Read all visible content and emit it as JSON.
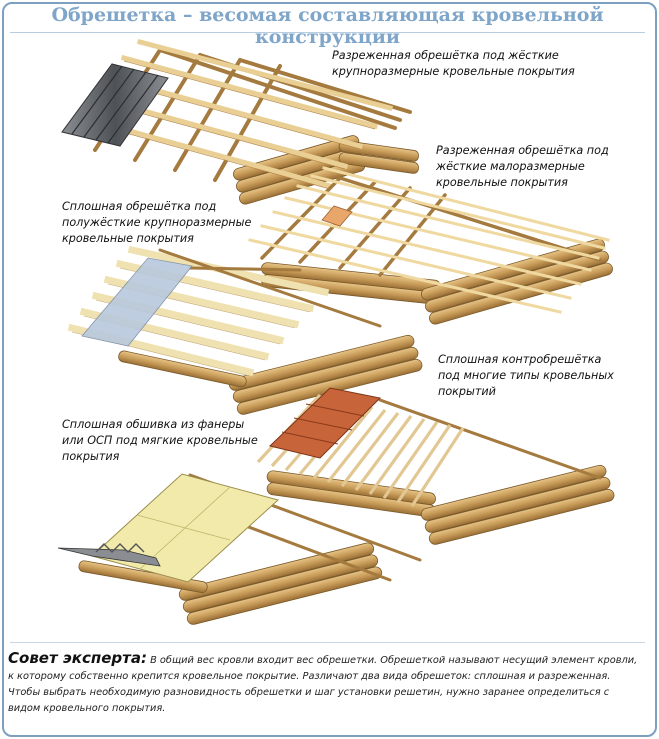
{
  "title": "Обрешетка – весомая составляющая кровельной конструкции",
  "captions": [
    {
      "id": "c1",
      "lines": [
        "Разреженная обрешётка под жёсткие",
        "крупноразмерные кровельные покрытия"
      ]
    },
    {
      "id": "c2",
      "lines": [
        "Разреженная обрешётка под",
        "жёсткие малоразмерные",
        "кровельные покрытия"
      ]
    },
    {
      "id": "c3",
      "lines": [
        "Сплошная обрешётка под",
        "полужёсткие крупноразмерные",
        "кровельные покрытия"
      ]
    },
    {
      "id": "c4",
      "lines": [
        "Сплошная контробрешётка",
        "под многие типы кровельных",
        "покрытий"
      ]
    },
    {
      "id": "c5",
      "lines": [
        "Сплошная обшивка из фанеры",
        "или ОСП под мягкие кровельные",
        "покрытия"
      ]
    }
  ],
  "tip": {
    "head": "Совет эксперта:",
    "text": " В общий вес кровли входит вес обрешетки. Обрешеткой называют несущий элемент кровли, к которому собственно крепится кровельное покрытие. Различают два вида обрешеток: сплошная и разреженная. Чтобы выбрать необходимую разновидность обрешетки и шаг установки решетин, нужно заранее определиться с видом кровельного покрытия."
  },
  "colors": {
    "wood": "#e4c48a",
    "wood_dark": "#b98a4c",
    "log": "#c99d5a",
    "board_light": "#f3e6b8",
    "slate": "#5e6266",
    "metal_tile": "#c8643a",
    "blue_sheet": "#b8c8dc",
    "osb": "#f1eaaa",
    "title": "#7fa5c9",
    "border": "#7d9fc0"
  }
}
